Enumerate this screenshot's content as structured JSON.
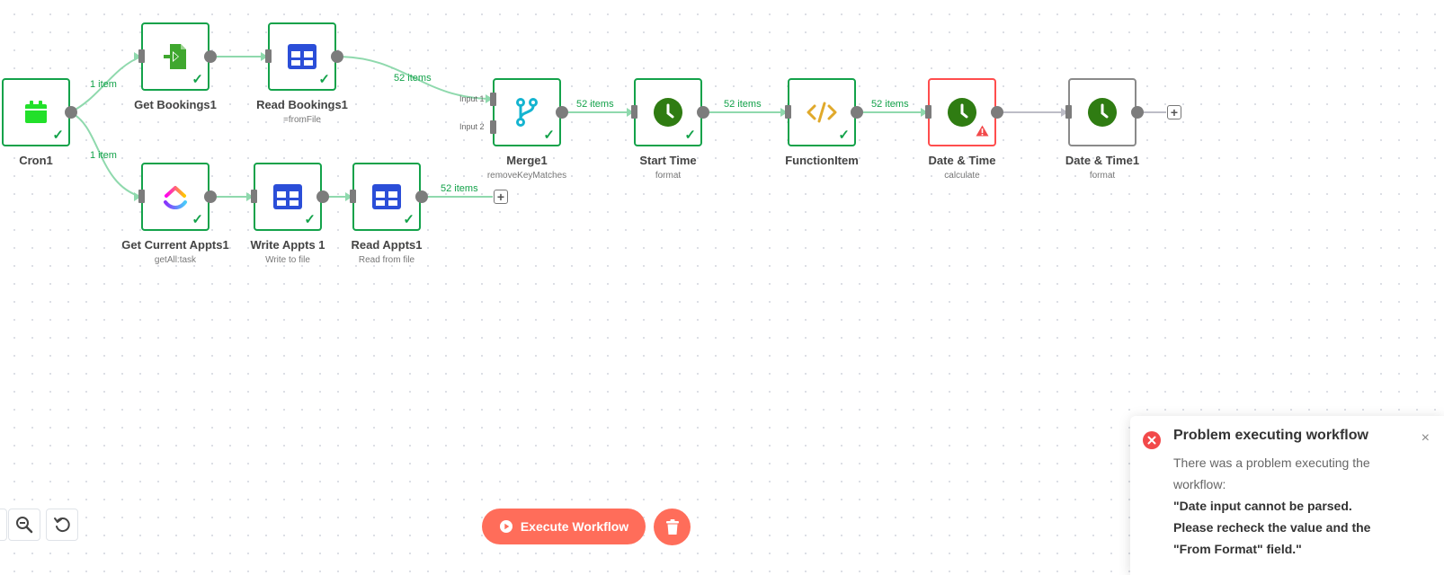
{
  "nodes": {
    "cron": {
      "title": "Cron1",
      "subtitle": ""
    },
    "get_bookings": {
      "title": "Get Bookings1",
      "subtitle": ""
    },
    "read_bookings": {
      "title": "Read Bookings1",
      "subtitle": "=fromFile"
    },
    "merge": {
      "title": "Merge1",
      "subtitle": "removeKeyMatches",
      "input1": "Input 1",
      "input2": "Input 2"
    },
    "start_time": {
      "title": "Start Time",
      "subtitle": "format"
    },
    "function_item": {
      "title": "FunctionItem",
      "subtitle": ""
    },
    "date_time": {
      "title": "Date & Time",
      "subtitle": "calculate"
    },
    "date_time1": {
      "title": "Date & Time1",
      "subtitle": "format"
    },
    "get_current_appts": {
      "title": "Get Current Appts1",
      "subtitle": "getAll:task"
    },
    "write_appts": {
      "title": "Write Appts 1",
      "subtitle": "Write to file"
    },
    "read_appts": {
      "title": "Read Appts1",
      "subtitle": "Read from file"
    }
  },
  "connection_labels": {
    "cron_to_get_bookings": "1 item",
    "cron_to_get_current_appts": "1 item",
    "read_bookings_to_merge": "52 items",
    "merge_to_start_time": "52 items",
    "start_time_to_function_item": "52 items",
    "function_item_to_date_time": "52 items",
    "read_appts_out": "52 items"
  },
  "plus_label": "+",
  "execute_button": {
    "label": "Execute Workflow"
  },
  "toast": {
    "title": "Problem executing workflow",
    "message_line": "There was a problem executing the workflow:",
    "error_text": "\"Date input cannot be parsed. Please recheck the value and the \"From Format\" field.\"",
    "close_label": "×"
  },
  "colors": {
    "success": "#13a24a",
    "error": "#ff4d4d",
    "accent": "#ff6d5a",
    "connection_success": "#8fd9ad",
    "connection_idle": "#bdbdc7"
  },
  "icons": {
    "cron": "calendar-icon",
    "get_bookings": "file-import-icon",
    "spreadsheet": "table-icon",
    "merge": "merge-branch-icon",
    "clock": "clock-icon",
    "function_item": "code-icon",
    "clickup": "clickup-icon"
  }
}
